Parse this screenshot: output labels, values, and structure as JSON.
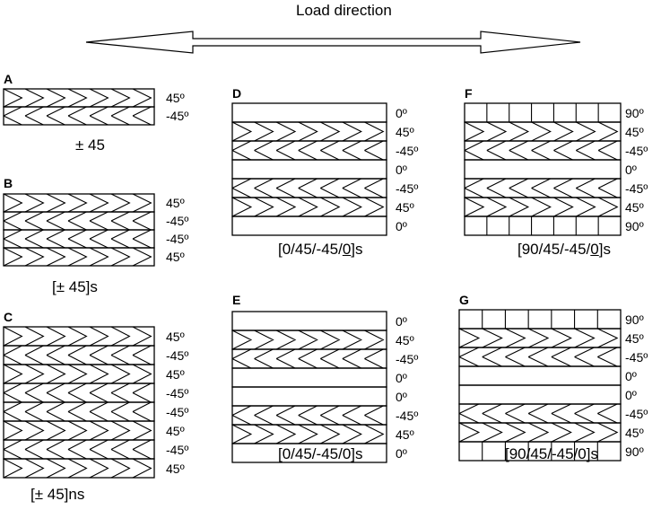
{
  "title": "Load direction",
  "colors": {
    "stroke": "#000000",
    "background": "#ffffff"
  },
  "panels": [
    {
      "id": "A",
      "layers": [
        "45",
        "-45"
      ],
      "annotations": [
        "45º",
        "-45º"
      ],
      "caption": {
        "before": "± 45",
        "underlined": "",
        "after": ""
      }
    },
    {
      "id": "B",
      "layers": [
        "45",
        "-45",
        "-45",
        "45"
      ],
      "annotations": [
        "45º",
        "-45º",
        "-45º",
        "45º"
      ],
      "caption": {
        "before": "[± 45]s",
        "underlined": "",
        "after": ""
      }
    },
    {
      "id": "C",
      "layers": [
        "45",
        "-45",
        "45",
        "-45",
        "-45",
        "45",
        "-45",
        "45"
      ],
      "annotations": [
        "45º",
        "-45º",
        "45º",
        "-45º",
        "-45º",
        "45º",
        "-45º",
        "45º"
      ],
      "caption": {
        "before": "[± 45]ns",
        "underlined": "",
        "after": ""
      }
    },
    {
      "id": "D",
      "layers": [
        "0",
        "45",
        "-45",
        "0",
        "-45",
        "45",
        "0"
      ],
      "annotations": [
        "0º",
        "45º",
        "-45º",
        "0º",
        "-45º",
        "45º",
        "0º"
      ],
      "caption": {
        "before": "[0/45/-45/",
        "underlined": "0",
        "after": "]s"
      }
    },
    {
      "id": "E",
      "layers": [
        "0",
        "45",
        "-45",
        "0",
        "0",
        "-45",
        "45",
        "0"
      ],
      "annotations": [
        "0º",
        "45º",
        "-45º",
        "0º",
        "0º",
        "-45º",
        "45º",
        "0º"
      ],
      "caption": {
        "before": "[0/45/-45/0]s",
        "underlined": "",
        "after": ""
      }
    },
    {
      "id": "F",
      "layers": [
        "90",
        "45",
        "-45",
        "0",
        "-45",
        "45",
        "90"
      ],
      "annotations": [
        "90º",
        "45º",
        "-45º",
        "0º",
        "-45º",
        "45º",
        "90º"
      ],
      "caption": {
        "before": "[90/45/-45/",
        "underlined": "0",
        "after": "]s"
      }
    },
    {
      "id": "G",
      "layers": [
        "90",
        "45",
        "-45",
        "0",
        "0",
        "-45",
        "45",
        "90"
      ],
      "annotations": [
        "90º",
        "45º",
        "-45º",
        "0º",
        "0º",
        "-45º",
        "45º",
        "90º"
      ],
      "caption": {
        "before": "[90/45/-45/0]s",
        "underlined": "",
        "after": ""
      }
    }
  ]
}
